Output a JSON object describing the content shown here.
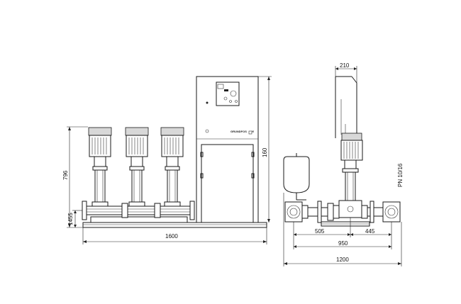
{
  "dimensions": {
    "front_height_796": "796",
    "front_height_1455": "1455",
    "front_width_1600": "1600",
    "cabinet_height_160": "160",
    "side_top_210": "210",
    "side_505": "505",
    "side_445": "445",
    "side_950": "950",
    "side_1200": "1200",
    "pressure_rating": "PN 10/16"
  },
  "control_panel": {
    "brand_logo_text": "GRUNDFOS"
  },
  "colors": {
    "line": "#1a1a1a",
    "motor_fill": "#d8d8d8",
    "background": "#ffffff"
  }
}
